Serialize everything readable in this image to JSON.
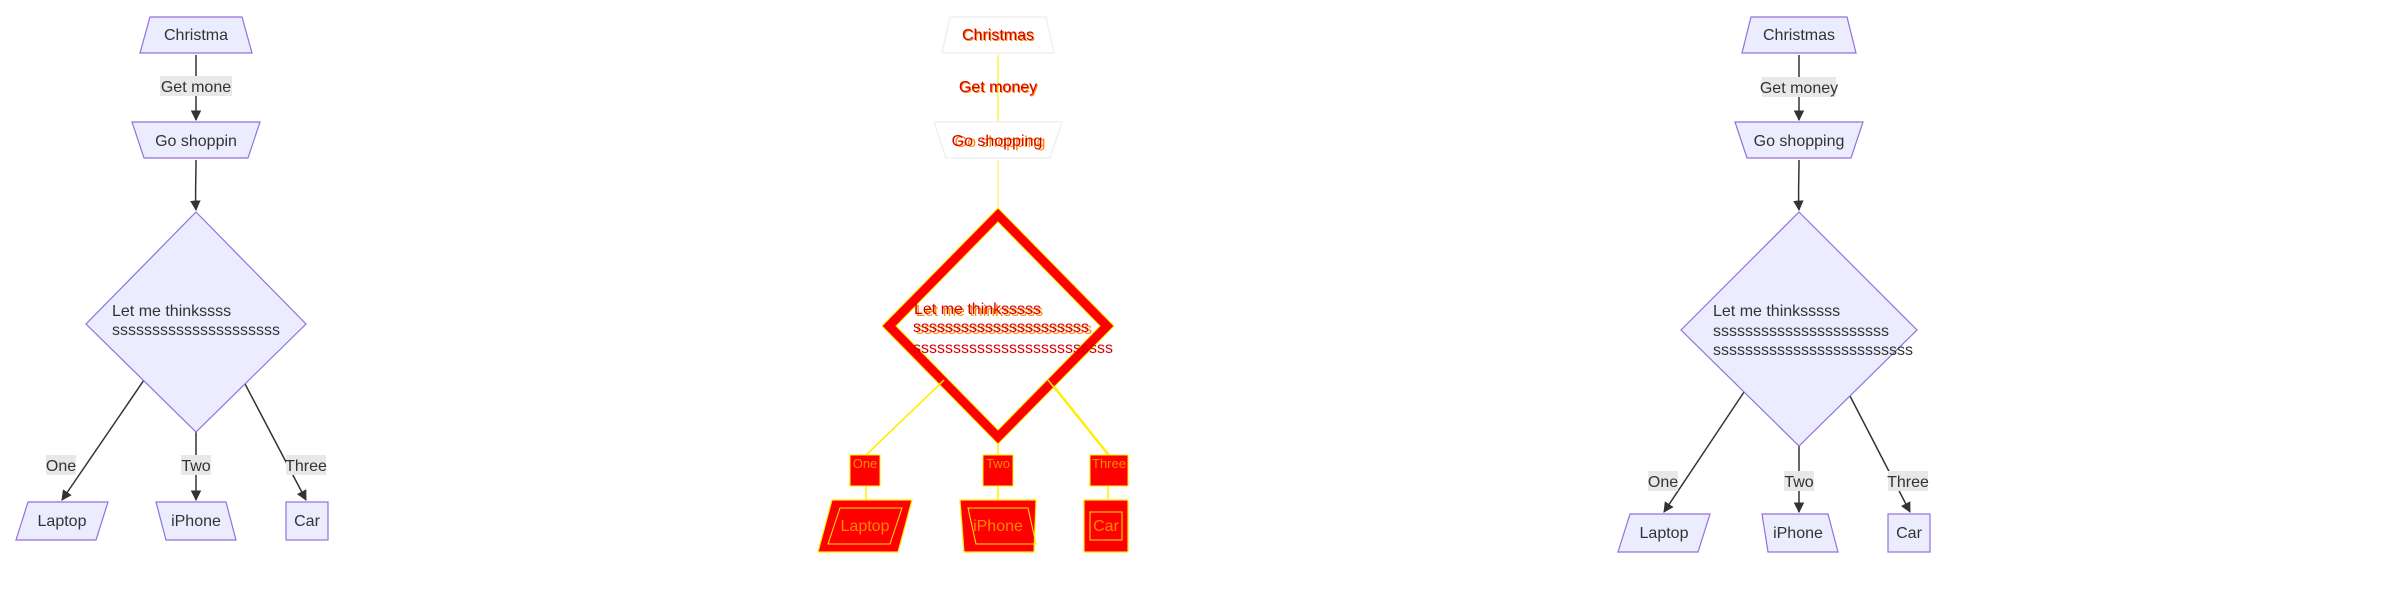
{
  "left": {
    "start": "Christma",
    "edge_money": "Get mone",
    "shop": "Go shoppin",
    "decision_l1": "Let me thinkssss",
    "decision_l2": "sssssssssssssssssssss",
    "edge_one": "One",
    "edge_two": "Two",
    "edge_three": "Three",
    "laptop": "Laptop",
    "iphone": "iPhone",
    "car": "Car"
  },
  "diff": {
    "start": "Christmas",
    "edge_money": "Get money",
    "shop": "Go shopping",
    "decision_l1": "Let me thinksssss",
    "decision_l2": "ssssssssssssssssssssss",
    "decision_l3": "sssssssssssssssssssssssss",
    "edge_one": "One",
    "edge_two": "Two",
    "edge_three": "Three",
    "laptop": "Laptop",
    "iphone": "iPhone",
    "car": "Car"
  },
  "right": {
    "start": "Christmas",
    "edge_money": "Get money",
    "shop": "Go shopping",
    "decision_l1": "Let me thinksssss",
    "decision_l2": "ssssssssssssssssssssss",
    "decision_l3": "sssssssssssssssssssssssss",
    "edge_one": "One",
    "edge_two": "Two",
    "edge_three": "Three",
    "laptop": "Laptop",
    "iphone": "iPhone",
    "car": "Car"
  },
  "colors": {
    "node_fill": "#ECECFF",
    "node_stroke": "#9370DB",
    "edge": "#333333",
    "label_bg": "#E8E8E8",
    "diff_red": "#FF0000",
    "diff_orange": "#FF8A00",
    "diff_yellow": "#FFEE00"
  }
}
